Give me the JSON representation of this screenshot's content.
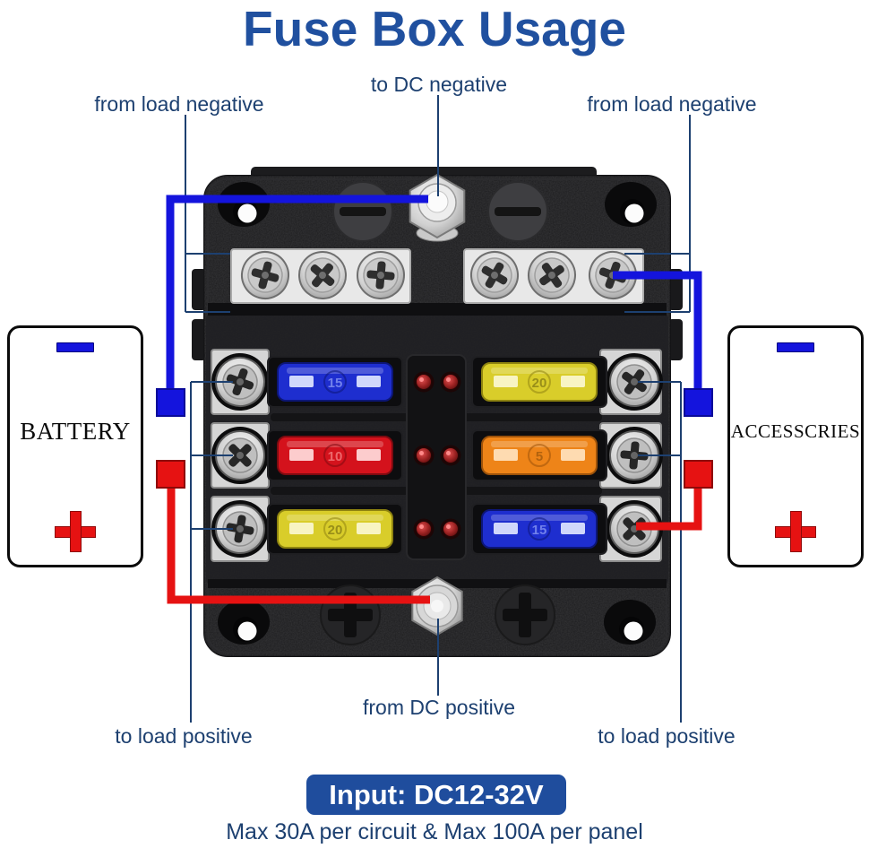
{
  "title": "Fuse Box Usage",
  "annotations": {
    "to_dc_negative": "to DC negative",
    "from_load_negative_left": "from load negative",
    "from_load_negative_right": "from load negative",
    "from_dc_positive": "from DC positive",
    "to_load_positive_left": "to load positive",
    "to_load_positive_right": "to load positive"
  },
  "battery_box": {
    "label": "BATTERY"
  },
  "accessories_box": {
    "label": "ACCESSCRIES"
  },
  "input_badge": {
    "text": "Input: DC12-32V"
  },
  "footer_note": "Max 30A per circuit & Max 100A per panel",
  "fuse_box": {
    "left_fuses": [
      {
        "color_name": "blue",
        "amp_rating": "15"
      },
      {
        "color_name": "red",
        "amp_rating": "10"
      },
      {
        "color_name": "yellow",
        "amp_rating": "20"
      }
    ],
    "right_fuses": [
      {
        "color_name": "yellow",
        "amp_rating": "20"
      },
      {
        "color_name": "orange",
        "amp_rating": "5"
      },
      {
        "color_name": "blue",
        "amp_rating": "15"
      }
    ],
    "palette": {
      "blue": {
        "body": "#1e2ecf",
        "edge": "#0c1678",
        "slot": "#dfe6ff",
        "marking": "#aab8ff"
      },
      "red": {
        "body": "#d4121c",
        "edge": "#7e0a10",
        "slot": "#ffdcdc",
        "marking": "#ffa0a0"
      },
      "yellow": {
        "body": "#d9cd2a",
        "edge": "#8f8410",
        "slot": "#fbf7d0",
        "marking": "#6d650f"
      },
      "orange": {
        "body": "#ee8418",
        "edge": "#9c520a",
        "slot": "#ffe3bf",
        "marking": "#8a4d08"
      }
    },
    "led_indicators": {
      "count": 6,
      "color": "#b03030"
    }
  },
  "colors": {
    "title_blue": "#20509f",
    "label_navy": "#1d4070",
    "wire_blue": "#1414dd",
    "wire_red": "#e61212",
    "badge_bg": "#1f4d9d",
    "badge_text": "#ffffff",
    "box_plastic": "#1c1c1e"
  }
}
